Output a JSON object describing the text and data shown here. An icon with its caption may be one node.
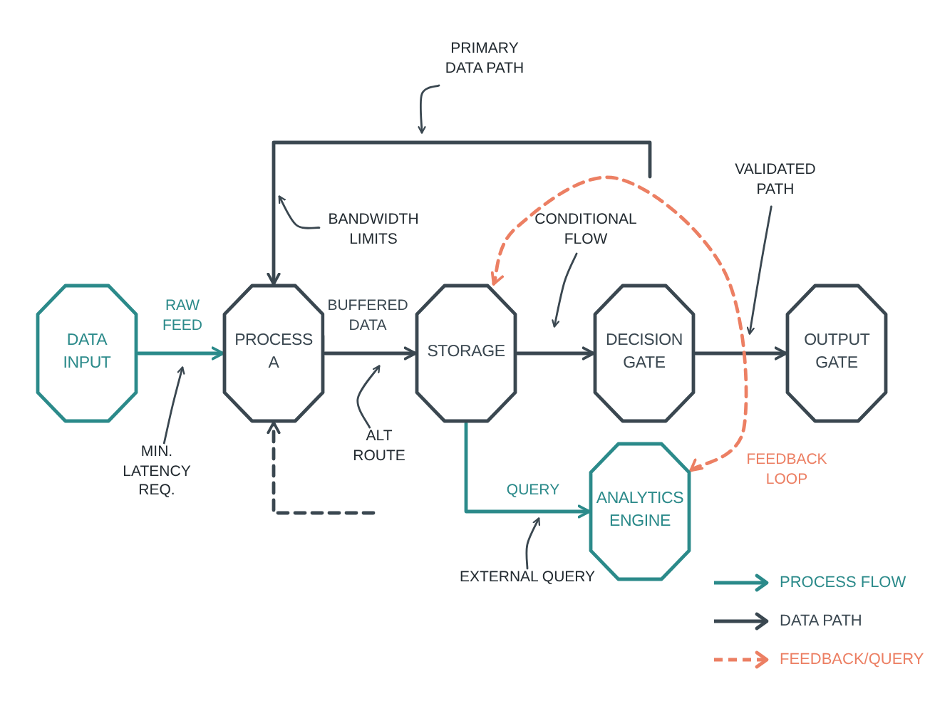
{
  "diagram": {
    "nodes": [
      {
        "text": [
          "DATA INPUT"
        ]
      },
      {
        "text": [
          "PROCESS A"
        ]
      },
      {
        "text": [
          "STORAGE"
        ]
      },
      {
        "text": [
          "DECISION GATE"
        ]
      },
      {
        "text": [
          "OUTPUT GATE"
        ]
      },
      {
        "text": [
          "ANALYTICS ENGINE"
        ]
      },
      {
        "text": [
          "PRIMARY DATA PATH"
        ]
      },
      {
        "text": [
          "BANDWIDTH LIMITS"
        ]
      },
      {
        "text": [
          "CONDITIONAL FLOW"
        ]
      },
      {
        "text": [
          "VALIDATED PATH"
        ]
      },
      {
        "text": [
          "MIN. LATENCY REQ."
        ]
      },
      {
        "text": [
          "ALT ROUTE"
        ]
      },
      {
        "text": [
          "EXTERNAL QUERY"
        ]
      }
    ],
    "edges": [
      {
        "from": 0,
        "to": 1,
        "arrow": "to",
        "label": "RAW FEED",
        "color": "#2b8a8a"
      },
      {
        "from": 1,
        "to": 2,
        "arrow": "to",
        "label": "BUFFERED DATA"
      },
      {
        "from": 2,
        "to": 3,
        "arrow": "to"
      },
      {
        "from": 3,
        "to": 4,
        "arrow": "to"
      },
      {
        "from": 2,
        "to": 5,
        "arrow": "to",
        "label": "QUERY",
        "color": "#2b8a8a"
      },
      {
        "from": null,
        "to": 1,
        "arrow": "to"
      },
      {
        "from": 5,
        "to": 2,
        "arrow": "both",
        "label": "FEEDBACK LOOP",
        "style": "dashed",
        "color": "#ec7f63"
      },
      {
        "from": null,
        "to": 1,
        "arrow": "to",
        "style": "dashed"
      },
      {
        "from": 6,
        "to": null,
        "arrow": "to"
      },
      {
        "from": 7,
        "to": null,
        "arrow": "to"
      },
      {
        "from": 8,
        "to": null,
        "arrow": "to"
      },
      {
        "from": 9,
        "to": null,
        "arrow": "to"
      },
      {
        "from": 10,
        "to": null,
        "arrow": "to"
      },
      {
        "from": 11,
        "to": null,
        "arrow": "to"
      },
      {
        "from": 12,
        "to": null,
        "arrow": "to"
      }
    ],
    "legend": [
      {
        "text": "PROCESS FLOW"
      },
      {
        "text": "DATA PATH"
      },
      {
        "text": "FEEDBACK/QUERY"
      }
    ]
  }
}
